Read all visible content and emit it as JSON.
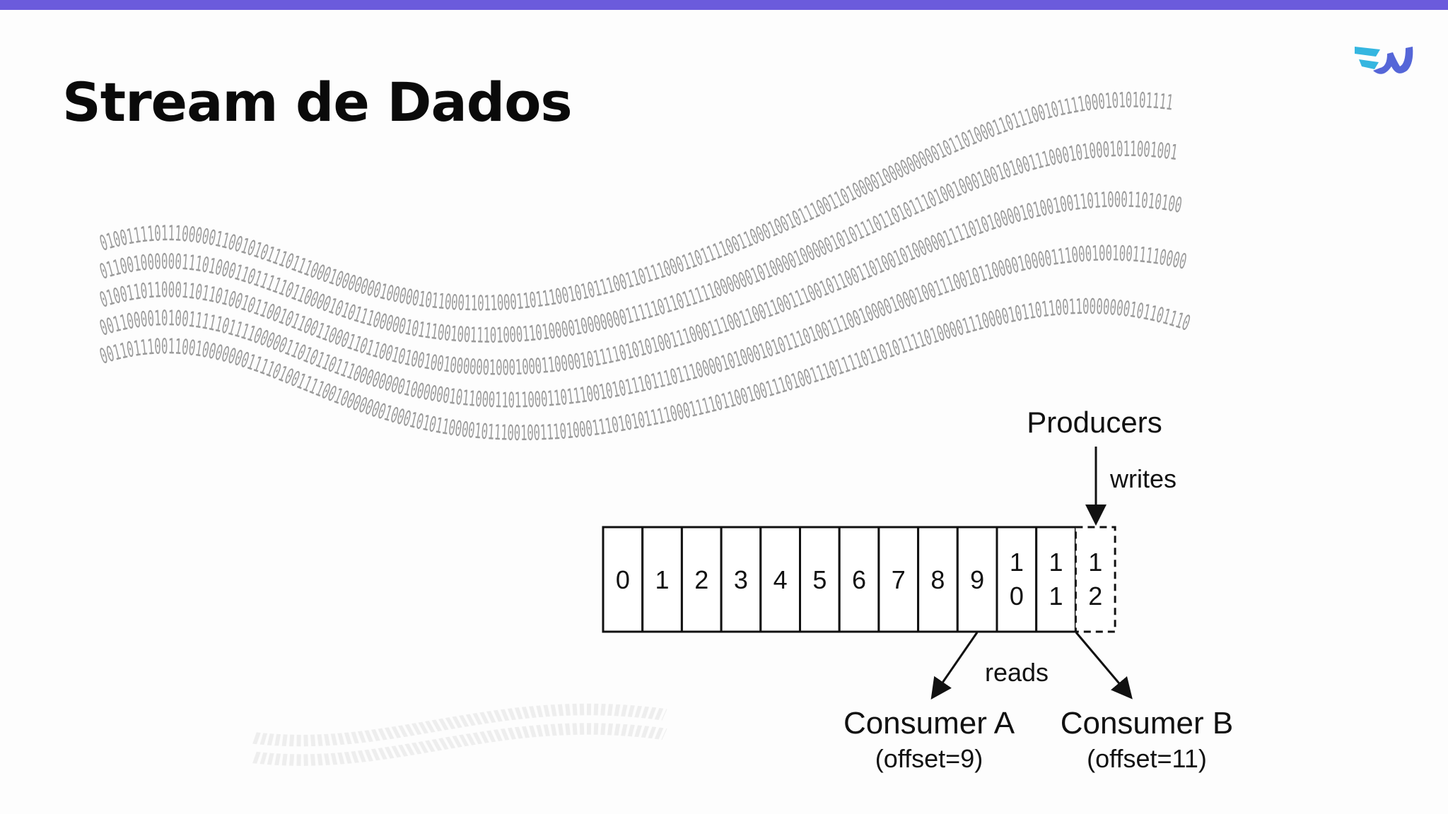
{
  "slide": {
    "title": "Stream de Dados"
  },
  "logo": {
    "icon": "w-logo-icon",
    "colors": [
      "#35b6e0",
      "#5566d8"
    ]
  },
  "accent_color": "#6b5bdc",
  "binary_stream": {
    "lines": [
      "010011110111000001100101011101110001000000010000010110001101100011011100101011100110111000110111100110001001011100110100001000000000101101000110111001011110001010101111",
      "011001000000111010001101111101100001010111000001011100100111010001101000010000000111110110111110000001010000100000101011101101011101001000100101001110001010001011001001",
      "010011011000110110100101100101100110001101100101001001000000100010001100001011110101010011100011100110011001110010110011010010100000111101010000101001001101100011010100",
      "001100001010011111011110000011010110111000000001000000101100011011000110111001010111011101110000101000101011101001110010000100010011100101100001000011100010010011110000",
      "001101110011001000000011110100111100100000001000101011000010111001001110100011101010111100011110110010011101001110111101101011110100001110000101101100110000000101101110"
    ]
  },
  "diagram": {
    "producers_label": "Producers",
    "writes_label": "writes",
    "reads_label": "reads",
    "cells": [
      {
        "top": "0",
        "bottom": ""
      },
      {
        "top": "1",
        "bottom": ""
      },
      {
        "top": "2",
        "bottom": ""
      },
      {
        "top": "3",
        "bottom": ""
      },
      {
        "top": "4",
        "bottom": ""
      },
      {
        "top": "5",
        "bottom": ""
      },
      {
        "top": "6",
        "bottom": ""
      },
      {
        "top": "7",
        "bottom": ""
      },
      {
        "top": "8",
        "bottom": ""
      },
      {
        "top": "9",
        "bottom": ""
      },
      {
        "top": "1",
        "bottom": "0"
      },
      {
        "top": "1",
        "bottom": "1"
      },
      {
        "top": "1",
        "bottom": "2",
        "pending": true
      }
    ],
    "consumers": [
      {
        "name": "Consumer A",
        "offset": "(offset=9)"
      },
      {
        "name": "Consumer B",
        "offset": "(offset=11)"
      }
    ]
  }
}
